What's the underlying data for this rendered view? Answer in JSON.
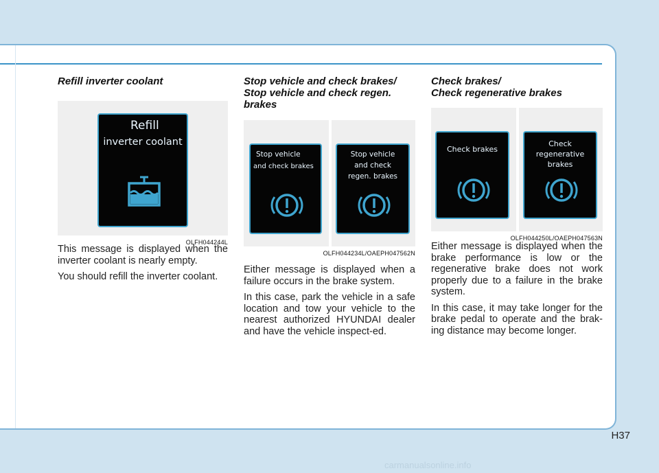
{
  "page_number": "H37",
  "watermark": "carmanualsonline.info",
  "colors": {
    "accent": "#3a93c8",
    "screen_border": "#3fa5cf",
    "background": "#cfe3f0"
  },
  "sections": [
    {
      "title_lines": [
        "Refill inverter coolant"
      ],
      "figure_code": "OLFH044244L",
      "screens": [
        {
          "lines": [
            "Refill",
            "inverter coolant"
          ],
          "icon": "coolant-reservoir-icon"
        }
      ],
      "paragraphs": [
        "This message is displayed when the inverter coolant is nearly empty.",
        "You should refill the inverter coolant."
      ]
    },
    {
      "title_lines": [
        "Stop vehicle and check brakes/",
        "Stop vehicle and check regen.",
        "brakes"
      ],
      "figure_code": "OLFH044234L/OAEPH047562N",
      "screens": [
        {
          "lines": [
            "Stop vehicle",
            "and check brakes"
          ],
          "icon": "brake-warning-icon"
        },
        {
          "lines": [
            "Stop vehicle",
            "and check",
            "regen. brakes"
          ],
          "icon": "brake-warning-icon"
        }
      ],
      "paragraphs": [
        "Either message is displayed when a failure occurs in the brake system.",
        "In this case, park the vehicle in a safe location and tow your vehicle to the nearest authorized HYUNDAI dealer and have the vehicle inspect-ed."
      ]
    },
    {
      "title_lines": [
        "Check brakes/",
        "Check regenerative brakes"
      ],
      "figure_code": "OLFH044250L/OAEPH047563N",
      "screens": [
        {
          "lines": [
            "Check brakes"
          ],
          "icon": "brake-warning-icon"
        },
        {
          "lines": [
            "Check",
            "regenerative",
            "brakes"
          ],
          "icon": "brake-warning-icon"
        }
      ],
      "paragraphs": [
        "Either message is displayed when the brake performance is low or the regenerative brake does not work properly due to a failure in the brake system.",
        "In this case, it may take longer for the brake pedal to operate and the brak-ing distance may become longer."
      ]
    }
  ]
}
